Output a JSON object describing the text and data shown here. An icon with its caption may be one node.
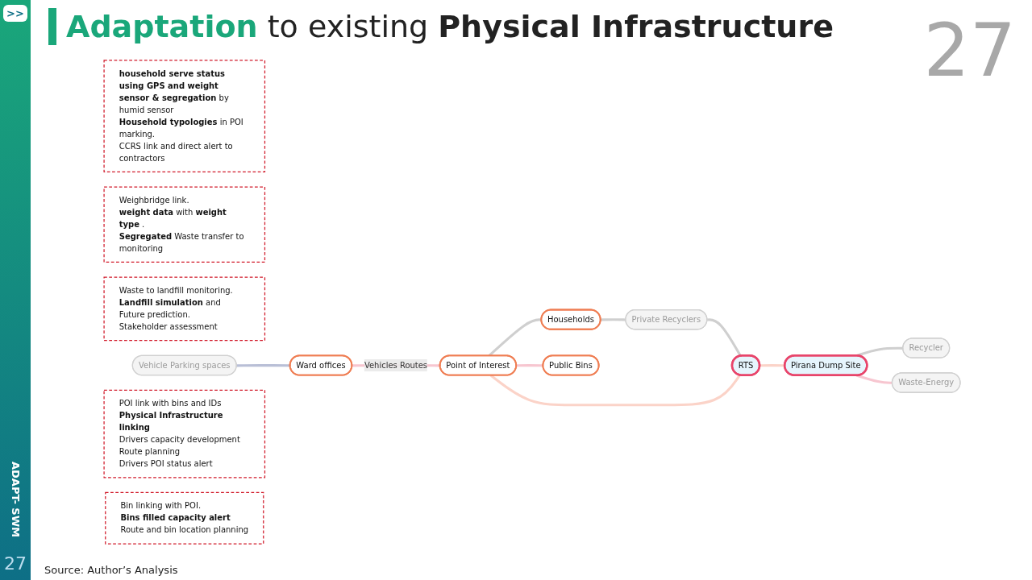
{
  "diagram": {
    "title": "**Adaptation** to existing **Physical Infrastructure**",
    "nodes": [
      {
        "text": [
          "**household serve status using GPS and weight sensor & segregation** by humid sensor",
          "**Household typologies** in POI marking.",
          "CCRS link and direct alert to contractors"
        ]
      },
      {
        "text": [
          "Weighbridge link.",
          "**weight data** with **weight type** .",
          "**Segregated** Waste transfer to monitoring"
        ]
      },
      {
        "text": [
          "Waste to landfill monitoring.",
          "**Landfill simulation** and Future prediction.",
          "Stakeholder assessment"
        ]
      },
      {
        "text": [
          "Vehicle Parking spaces"
        ]
      },
      {
        "text": [
          "Households"
        ]
      },
      {
        "text": [
          "Private Recyclers"
        ]
      },
      {
        "text": [
          "Recycler"
        ]
      },
      {
        "text": [
          "Ward offices"
        ]
      },
      {
        "text": [
          "Point of Interest"
        ]
      },
      {
        "text": [
          "RTS"
        ]
      },
      {
        "text": [
          "Pirana Dump Site"
        ]
      },
      {
        "text": [
          "Public Bins"
        ]
      },
      {
        "text": [
          "Waste-Energy"
        ]
      },
      {
        "text": [
          "POI link with bins and IDs",
          "**Physical Infrastructure linking**",
          "Drivers capacity development",
          "Route planning",
          "Drivers POI status alert"
        ]
      },
      {
        "text": [
          "Bin linking with POI.",
          "**Bins filled capacity alert**",
          "Route and bin location planning"
        ]
      }
    ],
    "edges": [
      {
        "from": 3,
        "to": 7,
        "arrow": "none",
        "color": "#b9bfd6"
      },
      {
        "from": 7,
        "to": 8,
        "arrow": "none",
        "label": "Vehicles Routes",
        "color": "#f7c6d0"
      },
      {
        "from": 8,
        "to": 4,
        "arrow": "none"
      },
      {
        "from": 4,
        "to": 5,
        "arrow": "none"
      },
      {
        "from": 5,
        "to": 9,
        "arrow": "none"
      },
      {
        "from": 8,
        "to": 9,
        "arrow": "none",
        "color": "#fbd3c8"
      },
      {
        "from": 8,
        "to": 11,
        "arrow": "none",
        "color": "#f7c6d0"
      },
      {
        "from": 9,
        "to": 10,
        "arrow": "none",
        "color": "#fbd3c8"
      },
      {
        "from": 10,
        "to": 6,
        "arrow": "none"
      },
      {
        "from": 10,
        "to": 12,
        "arrow": "none",
        "color": "#f7c6d0"
      }
    ],
    "caption": "Source: Author’s Analysis",
    "labels": [
      ">>",
      "27",
      "ADAPT- SWM",
      "27"
    ]
  }
}
